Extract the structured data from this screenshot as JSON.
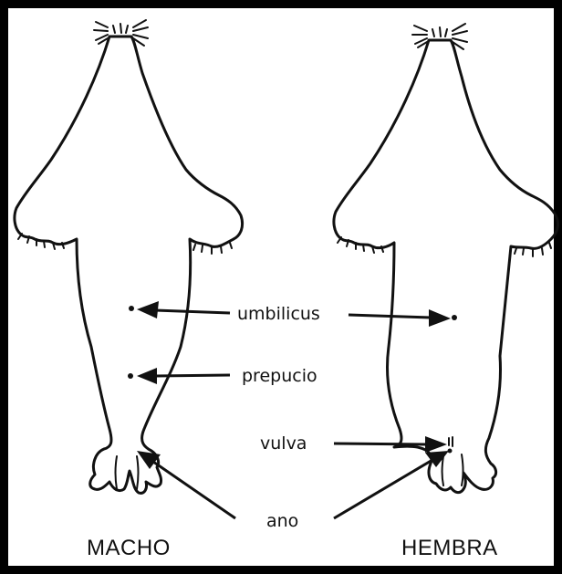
{
  "labels": {
    "umbilicus": "umbilicus",
    "prepucio": "prepucio",
    "vulva": "vulva",
    "ano": "ano"
  },
  "captions": {
    "male": "MACHO",
    "female": "HEMBRA"
  },
  "colors": {
    "ink": "#111111",
    "background": "#ffffff",
    "frame": "#000000"
  }
}
